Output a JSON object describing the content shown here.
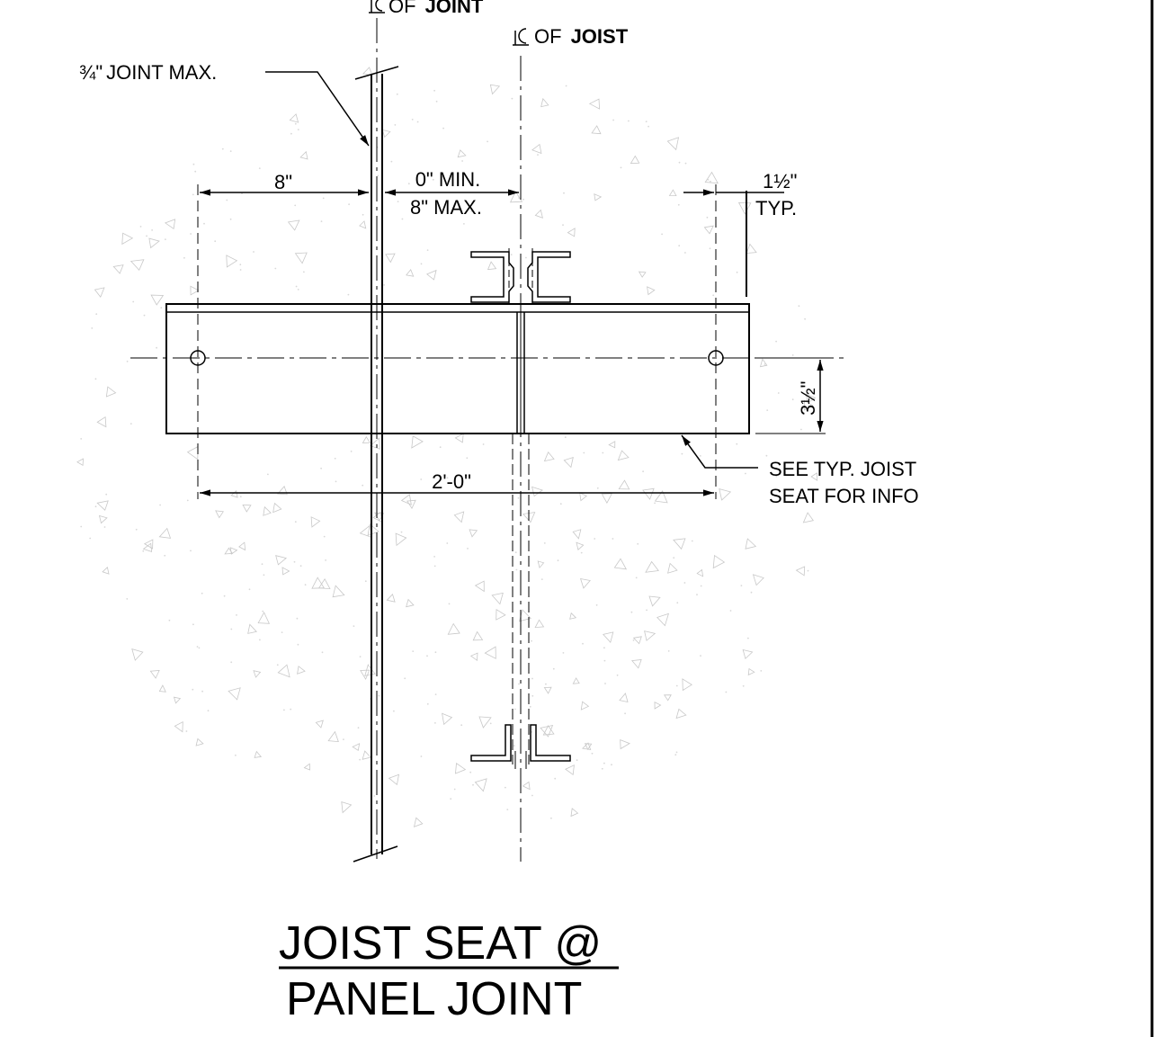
{
  "title": {
    "line1": "JOIST SEAT @",
    "line2": "PANEL JOINT"
  },
  "labels": {
    "cl_joint_prefix": "OF",
    "cl_joint": "JOINT",
    "cl_joist_prefix": "OF",
    "cl_joist": "JOIST",
    "joint_max_frac": "¾\"",
    "joint_max_text": "JOINT MAX.",
    "dim_8": "8\"",
    "dim_min": "0\" MIN.",
    "dim_max": "8\" MAX.",
    "dim_1half": "1½\"",
    "dim_typ": "TYP.",
    "dim_3half": "3½\"",
    "dim_2ft": "2'-0\"",
    "note_line1": "SEE TYP. JOIST",
    "note_line2": "SEAT FOR INFO"
  },
  "colors": {
    "line": "#000000",
    "aggregate": "#c8c8c8",
    "background": "#ffffff"
  }
}
